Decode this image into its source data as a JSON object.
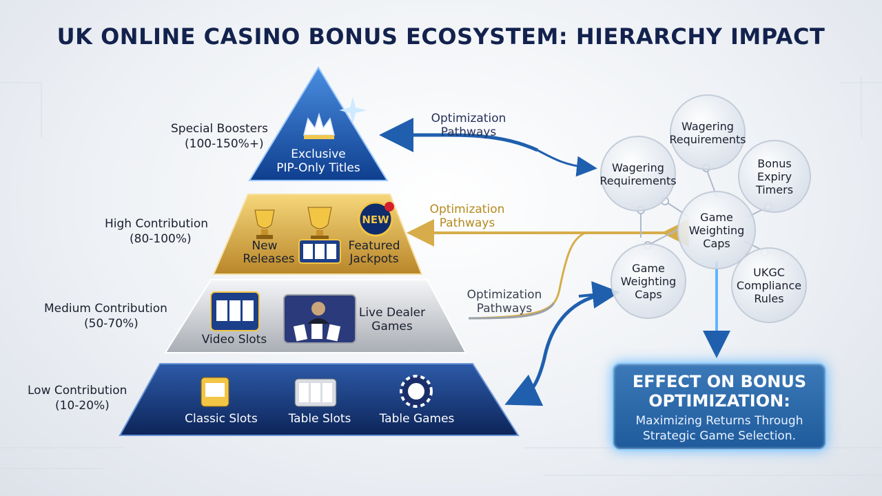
{
  "title": "UK ONLINE CASINO BONUS ECOSYSTEM: HIERARCHY IMPACT",
  "tiers": [
    {
      "label_line1": "Special Boosters",
      "label_line2": "(100-150%+)",
      "items": [
        "Exclusive",
        "PIP-Only Titles"
      ]
    },
    {
      "label_line1": "High Contribution",
      "label_line2": "(80-100%)",
      "items": [
        "New",
        "Releases",
        "Featured",
        "Jackpots"
      ]
    },
    {
      "label_line1": "Medium Contribution",
      "label_line2": "(50-70%)",
      "items": [
        "Video Slots",
        "Live Dealer",
        "Games"
      ]
    },
    {
      "label_line1": "Low Contribution",
      "label_line2": "(10-20%)",
      "items": [
        "Classic Slots",
        "Table Slots",
        "Table Games"
      ]
    }
  ],
  "pathways": [
    {
      "line1": "Optimization",
      "line2": "Pathways"
    },
    {
      "line1": "Optimization",
      "line2": "Pathways"
    },
    {
      "line1": "Optimization",
      "line2": "Pathways"
    }
  ],
  "badge_new": "NEW",
  "bubbles": [
    {
      "line1": "Wagering",
      "line2": "Requirements",
      "line3": ""
    },
    {
      "line1": "Wagering",
      "line2": "Requirements",
      "line3": ""
    },
    {
      "line1": "Bonus",
      "line2": "Expiry",
      "line3": "Timers"
    },
    {
      "line1": "Game",
      "line2": "Weighting",
      "line3": "Caps"
    },
    {
      "line1": "Game",
      "line2": "Weighting",
      "line3": "Caps"
    },
    {
      "line1": "UKGC",
      "line2": "Compliance",
      "line3": "Rules"
    }
  ],
  "effect": {
    "title_line1": "EFFECT ON BONUS",
    "title_line2": "OPTIMIZATION:",
    "body_line1": "Maximizing Returns Through",
    "body_line2": "Strategic Game Selection."
  },
  "colors": {
    "title": "#13224d",
    "tier_top": "#1d5bb5",
    "tier_high": "#d8a93a",
    "tier_medium": "#c9ccd1",
    "tier_low": "#163a7c",
    "arrow_blue": "#1f5fae",
    "arrow_gold": "#d6ad4a",
    "arrow_grey": "#9aa1a8"
  },
  "icons": [
    "crown-icon",
    "trophy-icon",
    "new-badge-icon",
    "slot-machine-icon",
    "live-dealer-icon",
    "reels-icon",
    "poker-chip-icon"
  ]
}
